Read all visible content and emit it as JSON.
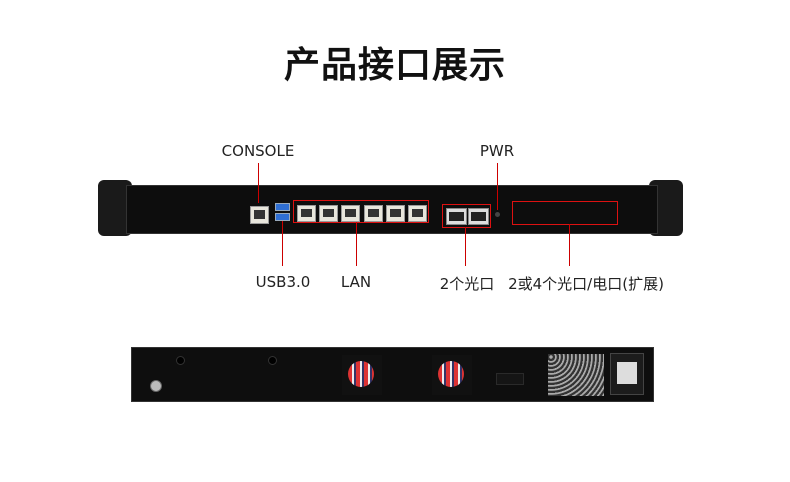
{
  "title": "产品接口展示",
  "front_labels": {
    "console": "CONSOLE",
    "pwr": "PWR",
    "usb": "USB3.0",
    "lan": "LAN",
    "sfp": "2个光口",
    "expansion": "2或4个光口/电口(扩展)"
  },
  "colors": {
    "highlight": "#d11111",
    "chassis": "#1a1a1a"
  }
}
